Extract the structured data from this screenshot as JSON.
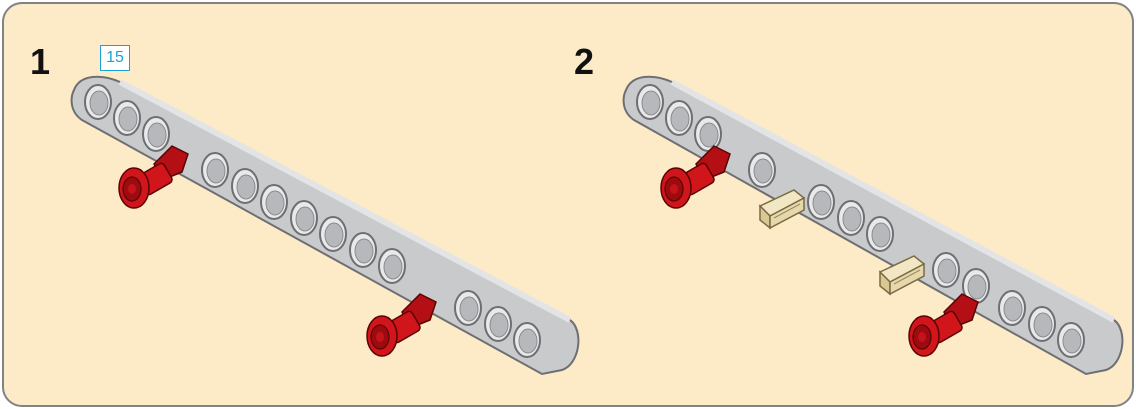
{
  "steps": [
    {
      "number": "1",
      "callout": "15"
    },
    {
      "number": "2"
    }
  ],
  "colors": {
    "background": "#fdebc8",
    "beam": "#c9cacc",
    "beam_edge": "#7a7c80",
    "pin": "#d0161b",
    "axle_connector": "#e6d8ac",
    "callout": "#1aa3d8"
  },
  "parts": {
    "beam": "liftarm-beam-15",
    "pin": "red-connector-pin",
    "axle": "tan-axle-connector"
  }
}
